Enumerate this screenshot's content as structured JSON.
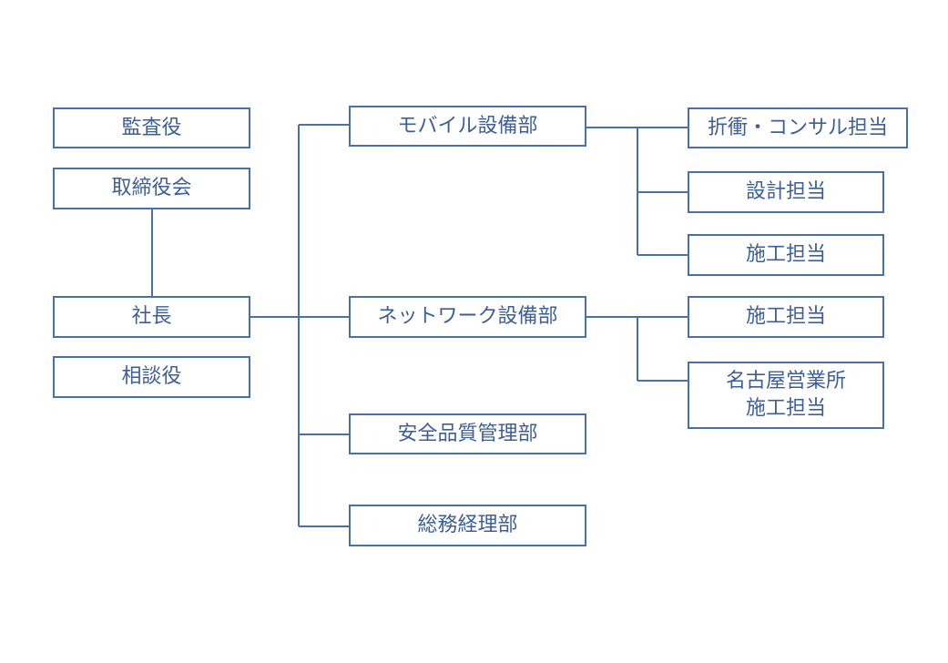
{
  "org_chart": {
    "executives": {
      "auditor": "監査役",
      "board": "取締役会",
      "president": "社長",
      "advisor": "相談役"
    },
    "departments": {
      "mobile": "モバイル設備部",
      "network": "ネットワーク設備部",
      "quality": "安全品質管理部",
      "general": "総務経理部"
    },
    "teams": {
      "negotiation": "折衝・コンサル担当",
      "design": "設計担当",
      "construction_mobile": "施工担当",
      "construction_network": "施工担当",
      "nagoya_line1": "名古屋営業所",
      "nagoya_line2": "施工担当"
    }
  }
}
